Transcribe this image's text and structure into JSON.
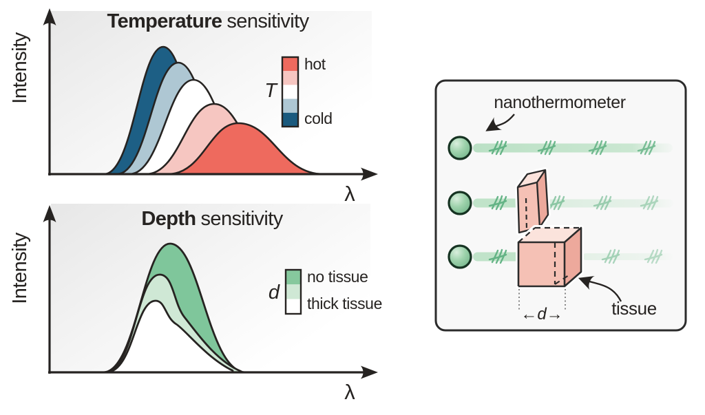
{
  "colors": {
    "ink": "#262321",
    "cold_blue": "#1d5f85",
    "cool_blue": "#aec7d3",
    "neutral_white": "#ffffff",
    "warm_pink": "#f6c6c1",
    "hot_red": "#ee6a5e",
    "depth_green": "#7fc69b",
    "depth_light_green": "#cfe8d5",
    "sphere_green": "#8ccaa1",
    "beam_green": "#bfe3c8",
    "hatch_green": "#5fb182",
    "tissue_front": "#f5c1b5",
    "tissue_top": "#fbe3dc",
    "tissue_side": "#eda99c",
    "panel_bg": "#f8f8f8",
    "plot_bg_gray": "#e7e7e7"
  },
  "temperature_chart": {
    "title_bold": "Temperature",
    "title_rest": "sensitivity",
    "ylabel": "Intensity",
    "xlabel": "λ",
    "legend": {
      "symbol": "T",
      "label_top": "hot",
      "label_bottom": "cold"
    }
  },
  "depth_chart": {
    "title_bold": "Depth",
    "title_rest": "sensitivity",
    "ylabel": "Intensity",
    "xlabel": "λ",
    "legend": {
      "symbol": "d",
      "label_top": "no tissue",
      "label_bottom": "thick tissue"
    }
  },
  "panel": {
    "nanothermometer_label": "nanothermometer",
    "tissue_label": "tissue",
    "dimension": {
      "left": "←",
      "symbol": "d",
      "right": "→"
    }
  },
  "chart_data": [
    {
      "type": "area",
      "title": "Temperature sensitivity",
      "xlabel": "λ",
      "ylabel": "Intensity",
      "axes": "schematic, no numeric ticks; arrows on both axes",
      "legend": {
        "position": "right",
        "symbol": "T",
        "top": "hot",
        "bottom": "cold",
        "colorbar_top_to_bottom": [
          "#ee6a5e",
          "#f6c6c1",
          "#ffffff",
          "#aec7d3",
          "#1a5a7e"
        ]
      },
      "series": [
        {
          "name": "cold",
          "fill": "#1d5f85",
          "peak_x_norm": 0.35,
          "peak_intensity_norm": 0.78
        },
        {
          "name": "cool",
          "fill": "#aec7d3",
          "peak_x_norm": 0.4,
          "peak_intensity_norm": 0.69
        },
        {
          "name": "neutral",
          "fill": "#ffffff",
          "peak_x_norm": 0.44,
          "peak_intensity_norm": 0.58
        },
        {
          "name": "warm",
          "fill": "#f6c6c1",
          "peak_x_norm": 0.51,
          "peak_intensity_norm": 0.43
        },
        {
          "name": "hot",
          "fill": "#ee6a5e",
          "peak_x_norm": 0.58,
          "peak_intensity_norm": 0.31
        }
      ],
      "trend": "peak shifts to longer wavelength, broadens and loses intensity from cold to hot"
    },
    {
      "type": "area",
      "title": "Depth sensitivity",
      "xlabel": "λ",
      "ylabel": "Intensity",
      "axes": "schematic, no numeric ticks; arrows on both axes",
      "legend": {
        "position": "right",
        "symbol": "d",
        "top": "no tissue",
        "bottom": "thick tissue",
        "colorbar_top_to_bottom": [
          "#86c89d",
          "#cfe8d5",
          "#ffffff"
        ]
      },
      "series": [
        {
          "name": "no tissue",
          "fill": "#7fc69b",
          "peak_x_norm": 0.37,
          "peak_intensity_norm": 0.76
        },
        {
          "name": "intermediate tissue",
          "fill": "#cfe8d5",
          "peak_x_norm": 0.34,
          "peak_intensity_norm": 0.57
        },
        {
          "name": "thick tissue",
          "fill": "#ffffff",
          "peak_x_norm": 0.33,
          "peak_intensity_norm": 0.42
        }
      ],
      "trend": "intensity drops and a red-side shoulder distortion appears as tissue thickness d increases"
    }
  ]
}
